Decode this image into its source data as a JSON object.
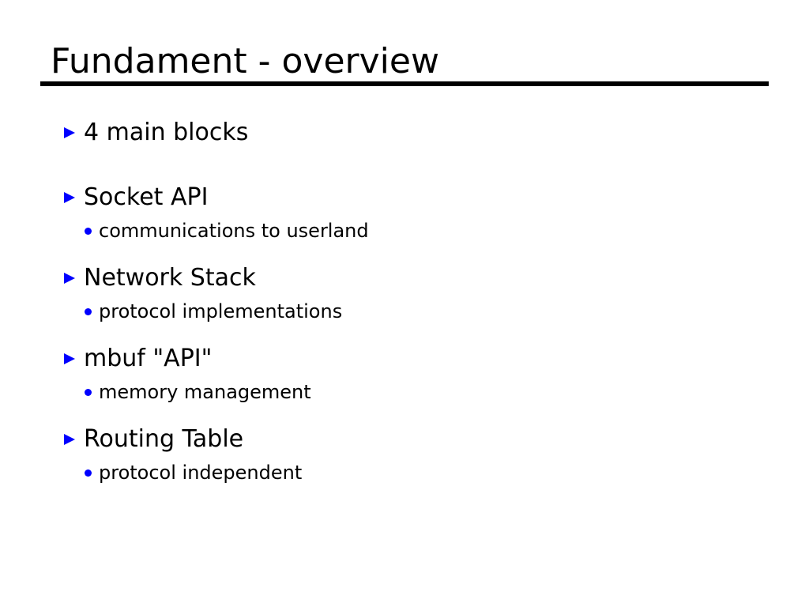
{
  "slide": {
    "title": "Fundament - overview",
    "title_color": "#000000",
    "rule_color": "#000000",
    "background_color": "#ffffff",
    "bullet_marker_color": "#0000ff",
    "bullet_marker_icon": "triangle-right-icon",
    "sub_bullet_marker_icon": "dot-icon",
    "items": [
      {
        "text": "4 main blocks",
        "subs": []
      },
      {
        "text": "Socket API",
        "subs": [
          {
            "text": "communications to userland"
          }
        ]
      },
      {
        "text": "Network Stack",
        "subs": [
          {
            "text": "protocol implementations"
          }
        ]
      },
      {
        "text": "mbuf \"API\"",
        "subs": [
          {
            "text": "memory management"
          }
        ]
      },
      {
        "text": "Routing Table",
        "subs": [
          {
            "text": "protocol independent"
          }
        ]
      }
    ]
  }
}
